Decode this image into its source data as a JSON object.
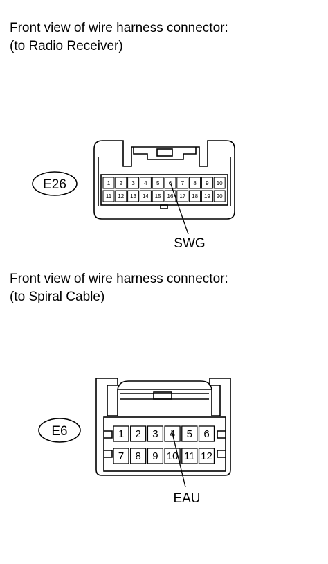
{
  "connector1": {
    "title_line1": "Front view of wire harness connector:",
    "title_line2": "(to Radio Receiver)",
    "code": "E26",
    "pins_row1": [
      "1",
      "2",
      "3",
      "4",
      "5",
      "6",
      "7",
      "8",
      "9",
      "10"
    ],
    "pins_row2": [
      "11",
      "12",
      "13",
      "14",
      "15",
      "16",
      "17",
      "18",
      "19",
      "20"
    ],
    "signal": "SWG",
    "signal_pin": "6"
  },
  "connector2": {
    "title_line1": "Front view of wire harness connector:",
    "title_line2": "(to Spiral Cable)",
    "code": "E6",
    "pins_row1": [
      "1",
      "2",
      "3",
      "4",
      "5",
      "6"
    ],
    "pins_row2": [
      "7",
      "8",
      "9",
      "10",
      "11",
      "12"
    ],
    "signal": "EAU",
    "signal_pin": "4"
  }
}
